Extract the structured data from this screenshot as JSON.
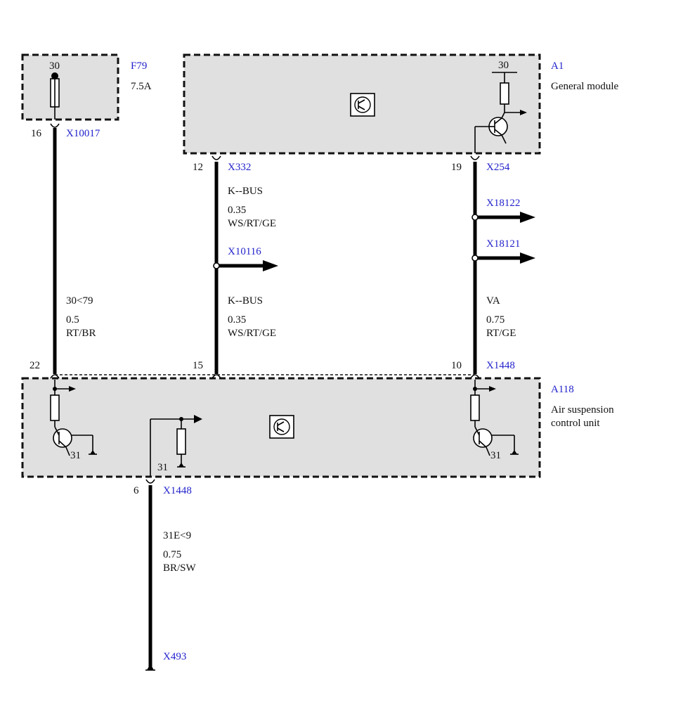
{
  "components": {
    "f79": {
      "pin": "30",
      "id": "F79",
      "rating": "7.5A"
    },
    "a1": {
      "pin": "30",
      "id": "A1",
      "name": "General module"
    },
    "a118": {
      "id": "A118",
      "name_line1": "Air suspension",
      "name_line2": "control unit",
      "ground1": "31",
      "ground2": "31",
      "ground3": "31"
    }
  },
  "connectors": {
    "c1": {
      "pin": "16",
      "id": "X10017"
    },
    "c2": {
      "pin": "12",
      "id": "X332"
    },
    "c3": {
      "pin": "19",
      "id": "X254"
    },
    "c4": {
      "pin": "22"
    },
    "c5": {
      "pin": "15"
    },
    "c6": {
      "pin": "10",
      "id": "X1448"
    },
    "c7": {
      "pin": "6",
      "id": "X1448"
    },
    "ground": {
      "id": "X493"
    }
  },
  "branches": [
    "X10116",
    "X18122",
    "X18121"
  ],
  "wires": {
    "w1": {
      "signal": "30<79",
      "gauge": "0.5",
      "color": "RT/BR"
    },
    "w2": {
      "signal": "K--BUS",
      "gauge": "0.35",
      "color": "WS/RT/GE"
    },
    "w3": {
      "signal": "K--BUS",
      "gauge": "0.35",
      "color": "WS/RT/GE"
    },
    "w4": {
      "signal": "VA",
      "gauge": "0.75",
      "color": "RT/GE"
    },
    "w5": {
      "signal": "31E<9",
      "gauge": "0.75",
      "color": "BR/SW"
    }
  },
  "colors": {
    "label_blue": "#2222cc",
    "box_fill": "#e0e0e0"
  }
}
